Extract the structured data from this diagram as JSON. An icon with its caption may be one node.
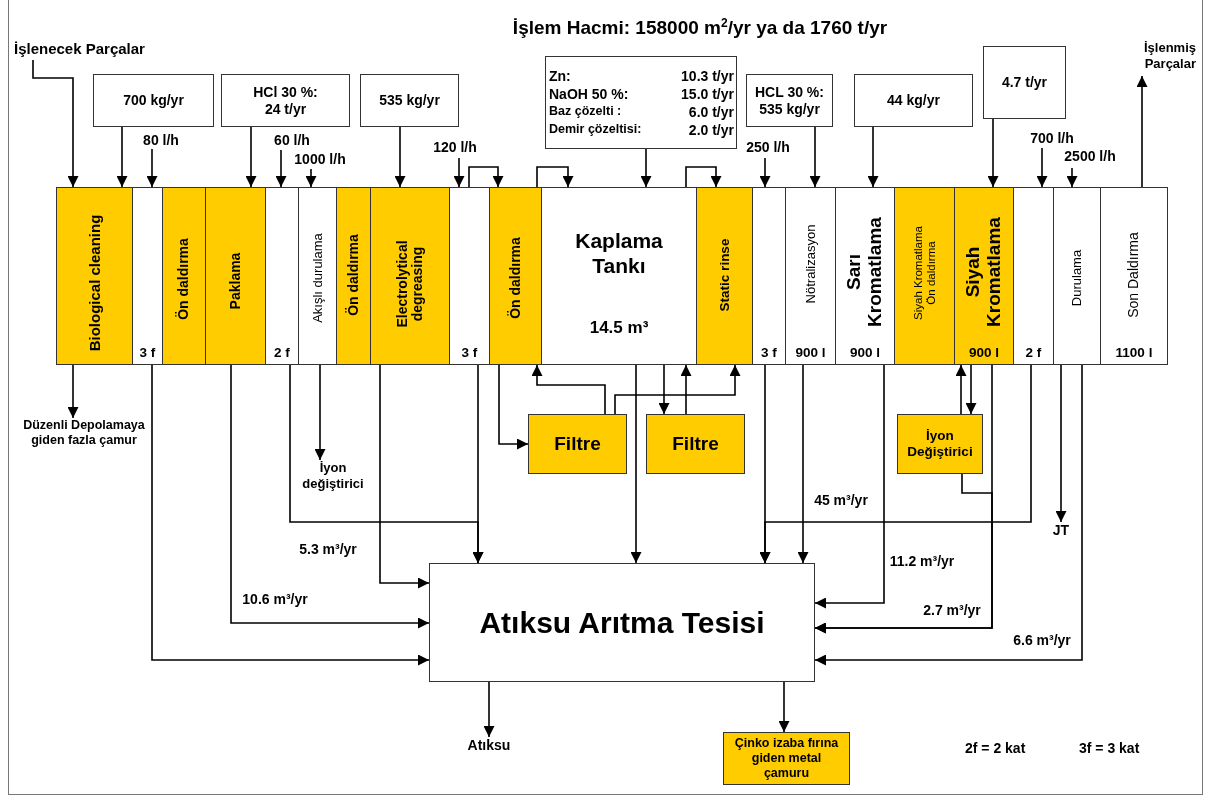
{
  "diagram": {
    "title": "İşlem Hacmi: 158000 m$^{2}$/yr ya da 1760 t/yr",
    "nodes": [
      {
        "text": [
          "700 kg/yr"
        ]
      },
      {
        "text": [
          "HCl 30 %: 24 t/yr"
        ]
      },
      {
        "text": [
          "535 kg/yr"
        ]
      },
      {
        "text": [
          "Zn:",
          "10.3 t/yr",
          "NaOH 50 %:",
          "15.0 t/yr",
          "Baz çözelti :",
          "6.0 t/yr",
          "Demir çözeltisi:",
          "2.0 t/yr"
        ]
      },
      {
        "text": [
          "HCL 30 %: 535 kg/yr"
        ]
      },
      {
        "text": [
          "44 kg/yr"
        ]
      },
      {
        "text": [
          "4.7 t/yr"
        ]
      },
      {
        "text": [
          "Biological cleaning"
        ]
      },
      {
        "text": [
          "3 f"
        ]
      },
      {
        "text": [
          "Ön daldırma"
        ]
      },
      {
        "text": [
          "Paklama"
        ]
      },
      {
        "text": [
          "2 f"
        ]
      },
      {
        "text": [
          "Akışlı durulama"
        ]
      },
      {
        "text": [
          "Ön daldırma"
        ]
      },
      {
        "text": [
          "Electrolytical degreasing"
        ]
      },
      {
        "text": [
          "3 f"
        ]
      },
      {
        "text": [
          "Ön daldırma"
        ]
      },
      {
        "text": [
          "Kaplama Tankı",
          "14.5 m³"
        ]
      },
      {
        "text": [
          "Static rinse"
        ]
      },
      {
        "text": [
          "3 f"
        ]
      },
      {
        "text": [
          "Nötralizasyon",
          "900 l"
        ]
      },
      {
        "text": [
          "Sarı Kromatlama",
          "900 l"
        ]
      },
      {
        "text": [
          "Siyah Kromatlama Ön daldırma"
        ]
      },
      {
        "text": [
          "Siyah Kromatlama",
          "900 l"
        ]
      },
      {
        "text": [
          "2 f"
        ]
      },
      {
        "text": [
          "Durulama"
        ]
      },
      {
        "text": [
          "Son Daldırma",
          "1100 l"
        ]
      },
      {
        "text": [
          "Düzenli Depolamaya giden fazla çamur"
        ]
      },
      {
        "text": [
          "İyon değiştirici"
        ]
      },
      {
        "text": [
          "Filtre"
        ]
      },
      {
        "text": [
          "Filtre"
        ]
      },
      {
        "text": [
          "İyon Değiştirici"
        ]
      },
      {
        "text": [
          "JT"
        ]
      },
      {
        "text": [
          "Atıksu Arıtma Tesisi"
        ]
      },
      {
        "text": [
          "Atıksu"
        ]
      },
      {
        "text": [
          "Çinko izaba fırına giden metal çamuru"
        ]
      },
      {
        "text": [
          "İşlenecek Parçalar"
        ]
      },
      {
        "text": [
          "İşlenmiş Parçalar"
        ]
      }
    ],
    "edges": [
      {
        "from": 36,
        "to": 7,
        "arrow": "to"
      },
      {
        "from": 0,
        "to": 7,
        "arrow": "to"
      },
      {
        "from": null,
        "to": 8,
        "arrow": "to",
        "label": "80 l/h"
      },
      {
        "from": 1,
        "to": 10,
        "arrow": "to"
      },
      {
        "from": null,
        "to": 11,
        "arrow": "to",
        "label": "60 l/h"
      },
      {
        "from": null,
        "to": 12,
        "arrow": "to",
        "label": "1000 l/h"
      },
      {
        "from": 2,
        "to": 14,
        "arrow": "to"
      },
      {
        "from": null,
        "to": 15,
        "arrow": "to",
        "label": "120 l/h"
      },
      {
        "from": 15,
        "to": 16,
        "arrow": "to"
      },
      {
        "from": 16,
        "to": 17,
        "arrow": "to"
      },
      {
        "from": 3,
        "to": 17,
        "arrow": "to"
      },
      {
        "from": 17,
        "to": 18,
        "arrow": "to"
      },
      {
        "from": null,
        "to": 19,
        "arrow": "to",
        "label": "250 l/h"
      },
      {
        "from": 4,
        "to": 20,
        "arrow": "to"
      },
      {
        "from": 5,
        "to": 21,
        "arrow": "to"
      },
      {
        "from": 6,
        "to": 23,
        "arrow": "to"
      },
      {
        "from": null,
        "to": 24,
        "arrow": "to",
        "label": "700 l/h"
      },
      {
        "from": null,
        "to": 25,
        "arrow": "to",
        "label": "2500 l/h"
      },
      {
        "from": 26,
        "to": 37,
        "arrow": "to"
      },
      {
        "from": 7,
        "to": 27,
        "arrow": "to"
      },
      {
        "from": 12,
        "to": 28,
        "arrow": "to"
      },
      {
        "from": 8,
        "to": 33,
        "arrow": "to"
      },
      {
        "from": 10,
        "to": 33,
        "arrow": "to",
        "label": "10.6 m³/yr"
      },
      {
        "from": 11,
        "to": 33,
        "arrow": "to",
        "label": "5.3 m³/yr"
      },
      {
        "from": 14,
        "to": 33,
        "arrow": "to"
      },
      {
        "from": 15,
        "to": 33,
        "arrow": "to"
      },
      {
        "from": 16,
        "to": 29,
        "arrow": "to"
      },
      {
        "from": 29,
        "to": 16,
        "arrow": "to"
      },
      {
        "from": 29,
        "to": 18,
        "arrow": "to"
      },
      {
        "from": 17,
        "to": 30,
        "arrow": "to"
      },
      {
        "from": 30,
        "to": 17,
        "arrow": "to"
      },
      {
        "from": 17,
        "to": 33,
        "arrow": "to"
      },
      {
        "from": 19,
        "to": 33,
        "arrow": "to"
      },
      {
        "from": 20,
        "to": 33,
        "arrow": "to",
        "label": "45 m³/yr"
      },
      {
        "from": 24,
        "to": 33,
        "arrow": "to"
      },
      {
        "from": 21,
        "to": 33,
        "arrow": "to",
        "label": "11.2 m³/yr"
      },
      {
        "from": 31,
        "to": 23,
        "arrow": "to"
      },
      {
        "from": 23,
        "to": 31,
        "arrow": "to"
      },
      {
        "from": 23,
        "to": 33,
        "arrow": "to",
        "label": "2.7 m³/yr"
      },
      {
        "from": 31,
        "to": 33,
        "arrow": "to"
      },
      {
        "from": 25,
        "to": 32,
        "arrow": "to"
      },
      {
        "from": 25,
        "to": 33,
        "arrow": "to",
        "label": "6.6 m³/yr"
      },
      {
        "from": 33,
        "to": 34,
        "arrow": "to"
      },
      {
        "from": 33,
        "to": 35,
        "arrow": "to"
      }
    ],
    "labels": [
      "2f = 2 kat",
      "3f = 3 kat"
    ]
  }
}
